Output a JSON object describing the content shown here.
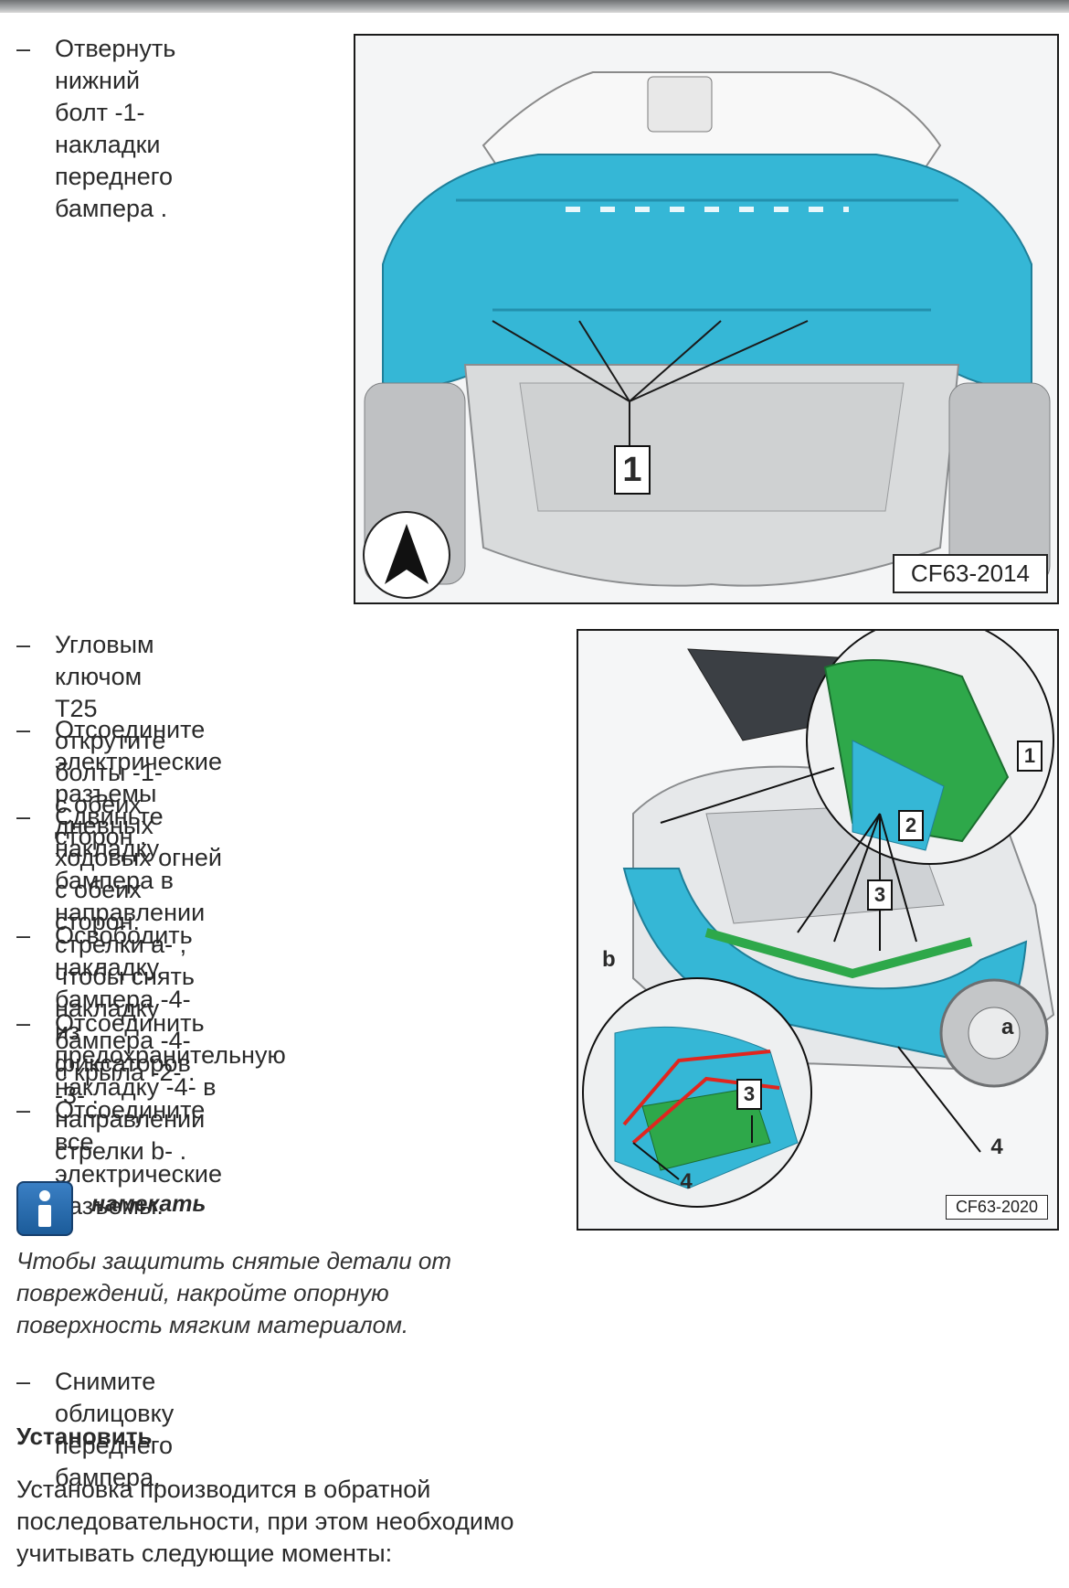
{
  "steps": [
    "Отвернуть нижний болт -1- накладки переднего бампера .",
    "Угловым ключом T25 открутите болты -1- с обеих сторон .",
    "Отсоедините электрические разъемы дневных ходовых огней с обеих сторон.",
    "Сдвиньте накладку бампера в направлении стрелки a- , чтобы снять накладку бампера -4- с крыла -2- .",
    "Освободить накладку бампера -4- из фиксаторов -3- .",
    "Отсоединить предохранительную накладку -4- в направлении стрелки b- .",
    "Отсоедините все электрические разъемы.",
    "Снимите облицовку переднего бампера."
  ],
  "step_lines": {
    "s1": [
      "Отвернуть нижний",
      "болт -1- накладки",
      "переднего бампера ."
    ],
    "s2": [
      "Угловым ключом T25 открутите болты -1-",
      "с обеих сторон ."
    ],
    "s3": [
      "Отсоедините электрические разъемы",
      "дневных ходовых огней с обеих сторон."
    ],
    "s4": [
      "Сдвиньте накладку бампера в",
      "направлении стрелки a- , чтобы снять",
      "накладку бампера -4- с крыла -2- ."
    ],
    "s5": [
      "Освободить накладку бампера -4- из",
      "фиксаторов -3- ."
    ],
    "s6": [
      "Отсоединить предохранительную",
      "накладку -4- в направлении стрелки b- ."
    ],
    "s7": [
      "Отсоедините все электрические",
      "разъемы."
    ],
    "s8": [
      "Снимите облицовку переднего бампера."
    ]
  },
  "dash": "–",
  "figure1": {
    "code": "CF63-2014",
    "callout": "1"
  },
  "figure2": {
    "code": "CF63-2020",
    "callouts": [
      "1",
      "2",
      "3",
      "3",
      "4",
      "4"
    ],
    "arrows": [
      "a",
      "b"
    ]
  },
  "note": {
    "icon": "info-icon",
    "heading": "намекать",
    "lines": [
      "Чтобы защитить снятые детали от",
      "повреждений, накройте опорную",
      "поверхность мягким материалом."
    ]
  },
  "install": {
    "heading": "Установить",
    "lines": [
      "Установка производится в обратной",
      "последовательности, при этом необходимо",
      "учитывать следующие моменты:"
    ]
  },
  "colors": {
    "bumper": "#35b7d6",
    "bracket": "#2ea84a",
    "highlight": "#e0261f"
  }
}
